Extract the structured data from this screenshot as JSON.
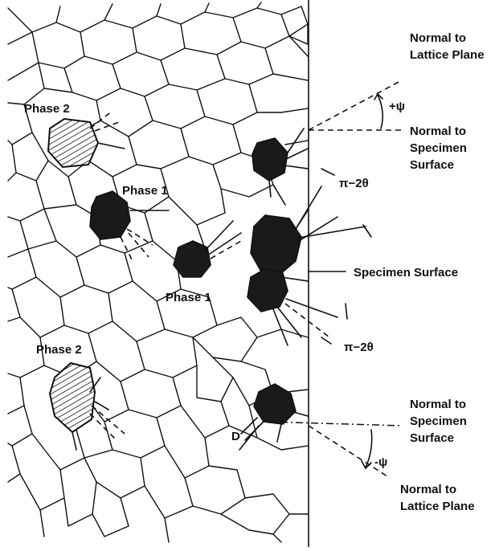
{
  "labels": {
    "phase2_top": "Phase 2",
    "phase1_top": "Phase 1",
    "phase1_mid": "Phase 1",
    "phase2_bottom": "Phase 2",
    "normal_lattice_top_1": "Normal to",
    "normal_lattice_top_2": "Lattice Plane",
    "plus_psi": "+ψ",
    "normal_specimen_top_1": "Normal to",
    "normal_specimen_top_2": "Specimen",
    "normal_specimen_top_3": "Surface",
    "pi_2theta_top": "π−2θ",
    "specimen_surface": "Specimen Surface",
    "pi_2theta_bottom": "π−2θ",
    "normal_specimen_bottom_1": "Normal to",
    "normal_specimen_bottom_2": "Specimen",
    "normal_specimen_bottom_3": "Surface",
    "minus_psi": "-ψ",
    "d_label": "D",
    "normal_lattice_bottom_1": "Normal to",
    "normal_lattice_bottom_2": "Lattice Plane"
  },
  "colors": {
    "ink": "#111111",
    "background": "#ffffff"
  }
}
